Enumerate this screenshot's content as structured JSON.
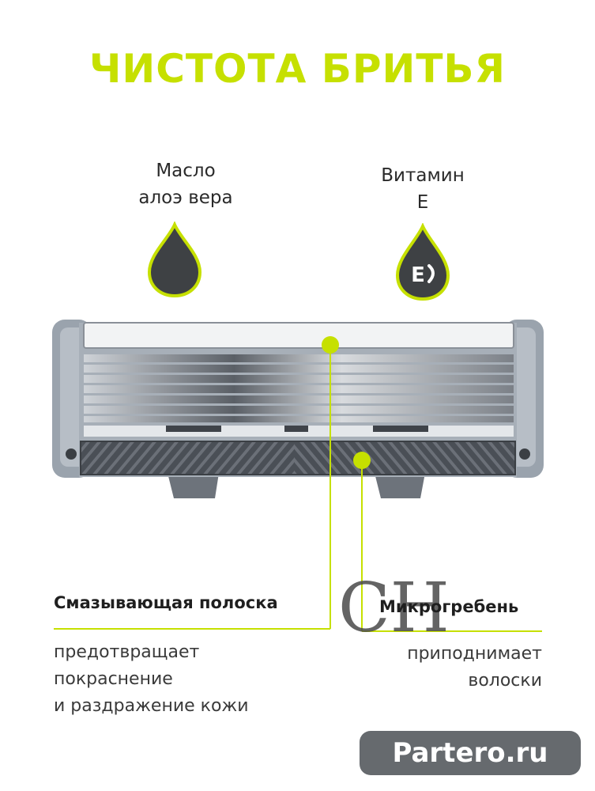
{
  "title": "ЧИСТОТА БРИТЬЯ",
  "ingredients": [
    {
      "line1": "Масло",
      "line2": "алоэ вера"
    },
    {
      "line1": "Витамин",
      "line2": "E"
    }
  ],
  "vitamin_drop_label": "E",
  "features": {
    "strip": {
      "title": "Смазывающая полоска",
      "desc": [
        "предотвращает",
        "покраснение",
        "и раздражение кожи"
      ]
    },
    "comb": {
      "title": "Микрогребень",
      "desc": [
        "приподнимает",
        "волоски"
      ]
    }
  },
  "logo_mark": "CH",
  "watermark": "Partero.ru",
  "colors": {
    "accent": "#c6e000",
    "drop": "#3e4144",
    "frame": "#9aa3ad",
    "text": "#1f1f1f"
  }
}
